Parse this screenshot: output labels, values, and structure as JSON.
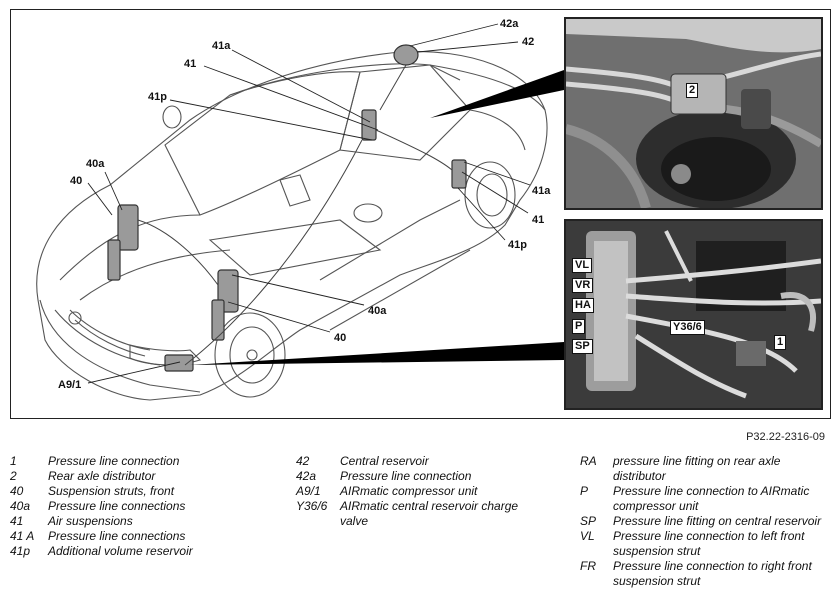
{
  "diagram": {
    "callouts": {
      "c42a": "42a",
      "c42": "42",
      "c41a_top": "41a",
      "c41_top": "41",
      "c41p_top": "41p",
      "c40a_left": "40a",
      "c40_left": "40",
      "c41a_right": "41a",
      "c41_right": "41",
      "c41p_right": "41p",
      "c40a_mid": "40a",
      "c40_mid": "40",
      "cA91": "A9/1"
    },
    "photo_top_labels": {
      "l2": "2"
    },
    "photo_bottom_labels": {
      "VL": "VL",
      "VR": "VR",
      "HA": "HA",
      "P": "P",
      "SP": "SP",
      "Y36": "Y36/6",
      "one": "1"
    },
    "reference": "P32.22-2316-09"
  },
  "legend": {
    "col1": [
      {
        "key": "1",
        "desc": "Pressure line connection"
      },
      {
        "key": "2",
        "desc": "Rear axle distributor"
      },
      {
        "key": "40",
        "desc": "Suspension struts, front"
      },
      {
        "key": "40a",
        "desc": "Pressure line connections"
      },
      {
        "key": "41",
        "desc": "Air suspensions"
      },
      {
        "key": "41 A",
        "desc": "Pressure line connections"
      },
      {
        "key": "41p",
        "desc": "Additional volume reservoir"
      }
    ],
    "col2": [
      {
        "key": "42",
        "desc": "Central reservoir"
      },
      {
        "key": "42a",
        "desc": "Pressure line connection"
      },
      {
        "key": "A9/1",
        "desc": "AIRmatic compressor unit"
      },
      {
        "key": "Y36/6",
        "desc": "AIRmatic central reservoir charge valve"
      }
    ],
    "col3": [
      {
        "key": "RA",
        "desc": "pressure line fitting on rear axle distributor"
      },
      {
        "key": "P",
        "desc": "Pressure line connection to AIRmatic compressor unit"
      },
      {
        "key": "SP",
        "desc": "Pressure line fitting on central reservoir"
      },
      {
        "key": "VL",
        "desc": "Pressure line connection to left front suspension strut"
      },
      {
        "key": "FR",
        "desc": "Pressure line connection to right front suspension strut"
      }
    ]
  }
}
